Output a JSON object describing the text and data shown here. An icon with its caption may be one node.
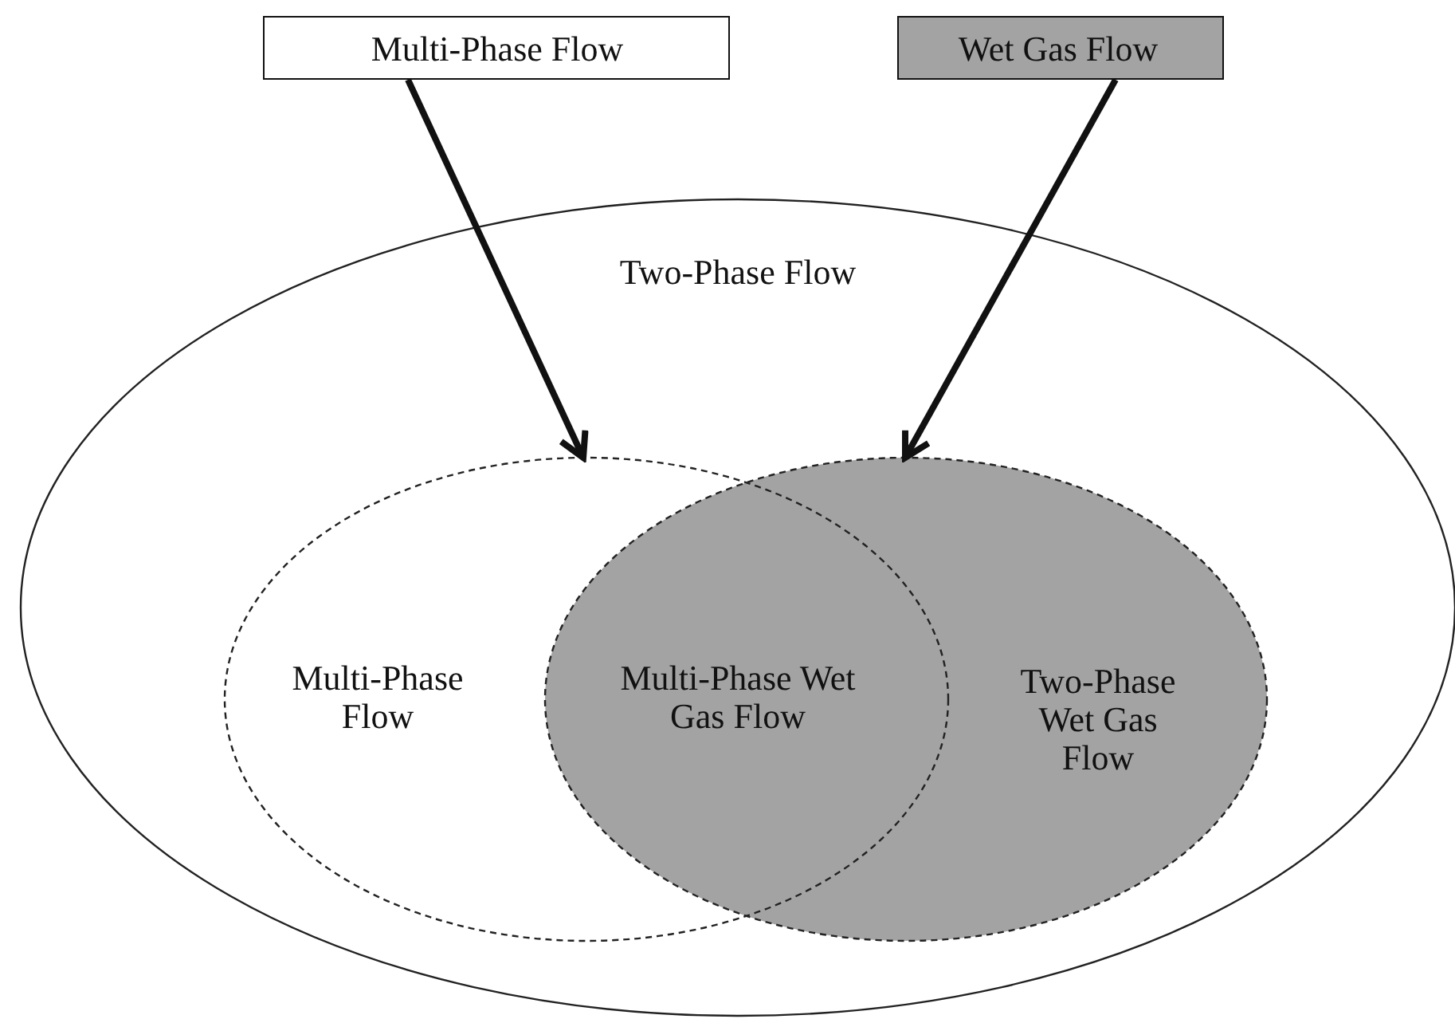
{
  "diagram": {
    "nodes": [
      {
        "text": [
          "Multi-Phase Flow"
        ]
      },
      {
        "text": [
          "Wet Gas Flow"
        ]
      },
      {
        "text": [
          "Two-Phase Flow"
        ]
      },
      {
        "text": [
          "Multi-Phase Flow"
        ],
        "in": 2
      },
      {
        "text": [
          "Two-Phase Wet Gas Flow"
        ],
        "in": 2
      }
    ],
    "edges": [
      {
        "from": 0,
        "to": 3,
        "arrow": "to"
      },
      {
        "from": 1,
        "to": 4,
        "arrow": "to"
      }
    ],
    "labels": [
      "Multi-Phase Wet Gas Flow"
    ]
  }
}
